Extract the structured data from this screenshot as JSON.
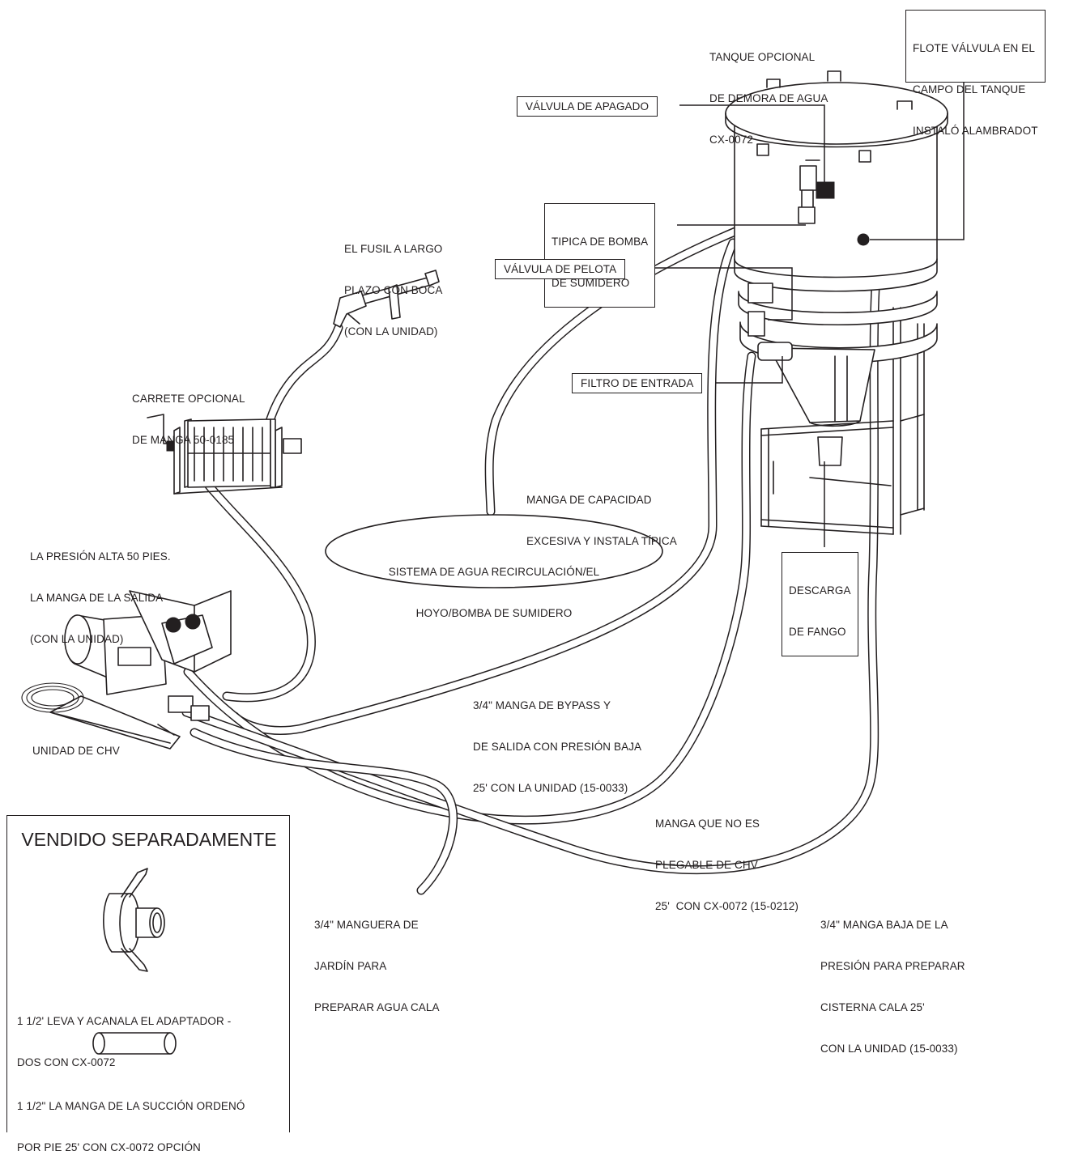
{
  "callouts": {
    "tank_optional": [
      "TANQUE OPCIONAL",
      "DE DEMORA DE AGUA",
      "CX-0072"
    ],
    "float_valve": [
      "FLOTE VÁLVULA EN EL",
      "CAMPO DEL TANQUE",
      "INSTALÓ ALAMBRADOT"
    ],
    "shutoff_valve": "VÁLVULA DE APAGADO",
    "sump_pump": [
      "TIPICA DE BOMBA",
      "DE SUMIDERO"
    ],
    "ball_valve": "VÁLVULA DE PELOTA",
    "inlet_filter": "FILTRO DE ENTRADA",
    "sludge_discharge": [
      "DESCARGA",
      "DE FANGO"
    ],
    "gun": [
      "EL FUSIL A LARGO",
      "PLAZO CON BOCA",
      "(CON LA UNIDAD)"
    ],
    "hose_reel": [
      "CARRETE OPCIONAL",
      "DE MANGA 50-0185"
    ],
    "overflow_hose": [
      "MANGA DE CAPACIDAD",
      "EXCESIVA Y INSTALA TÍPICA"
    ],
    "recirc_system": [
      "SISTEMA DE AGUA RECIRCULACIÓN/EL",
      "HOYO/BOMBA DE SUMIDERO"
    ],
    "high_pressure_hose": [
      "LA PRESIÓN ALTA 50 PIES.",
      "LA MANGA DE LA SALIDA",
      "(CON LA UNIDAD)"
    ],
    "bypass_hose": [
      "3/4\" MANGA DE BYPASS Y",
      "DE SALIDA CON PRESIÓN BAJA",
      "25' CON LA UNIDAD (15-0033)"
    ],
    "chv_unit": "UNIDAD DE CHV",
    "non_collapsible_hose": [
      "MANGA QUE NO ES",
      "PLEGABLE DE CHV",
      "25'  CON CX-0072 (15-0212)"
    ],
    "garden_hose": [
      "3/4\" MANGUERA DE",
      "JARDÍN PARA",
      "PREPARAR AGUA CALA"
    ],
    "low_pressure_hose": [
      "3/4\" MANGA BAJA DE LA",
      "PRESIÓN PARA PREPARAR",
      "CISTERNA CALA 25'",
      "CON LA UNIDAD (15-0033)"
    ]
  },
  "legend": {
    "title": "VENDIDO SEPARADAMENTE",
    "cam_adapter": [
      "1 1/2' LEVA Y ACANALA EL ADAPTADOR -",
      "DOS CON CX-0072"
    ],
    "suction_hose": [
      "1 1/2\" LA MANGA DE LA SUCCIÓN ORDENÓ",
      "POR PIE 25' CON CX-0072 OPCIÓN"
    ]
  },
  "icons": [
    "tank-icon",
    "stand-icon",
    "valve-icon",
    "gun-icon",
    "hose-reel-icon",
    "chv-unit-icon",
    "cam-adapter-icon",
    "suction-hose-icon"
  ],
  "colors": {
    "ink": "#231f20",
    "paper": "#ffffff"
  }
}
